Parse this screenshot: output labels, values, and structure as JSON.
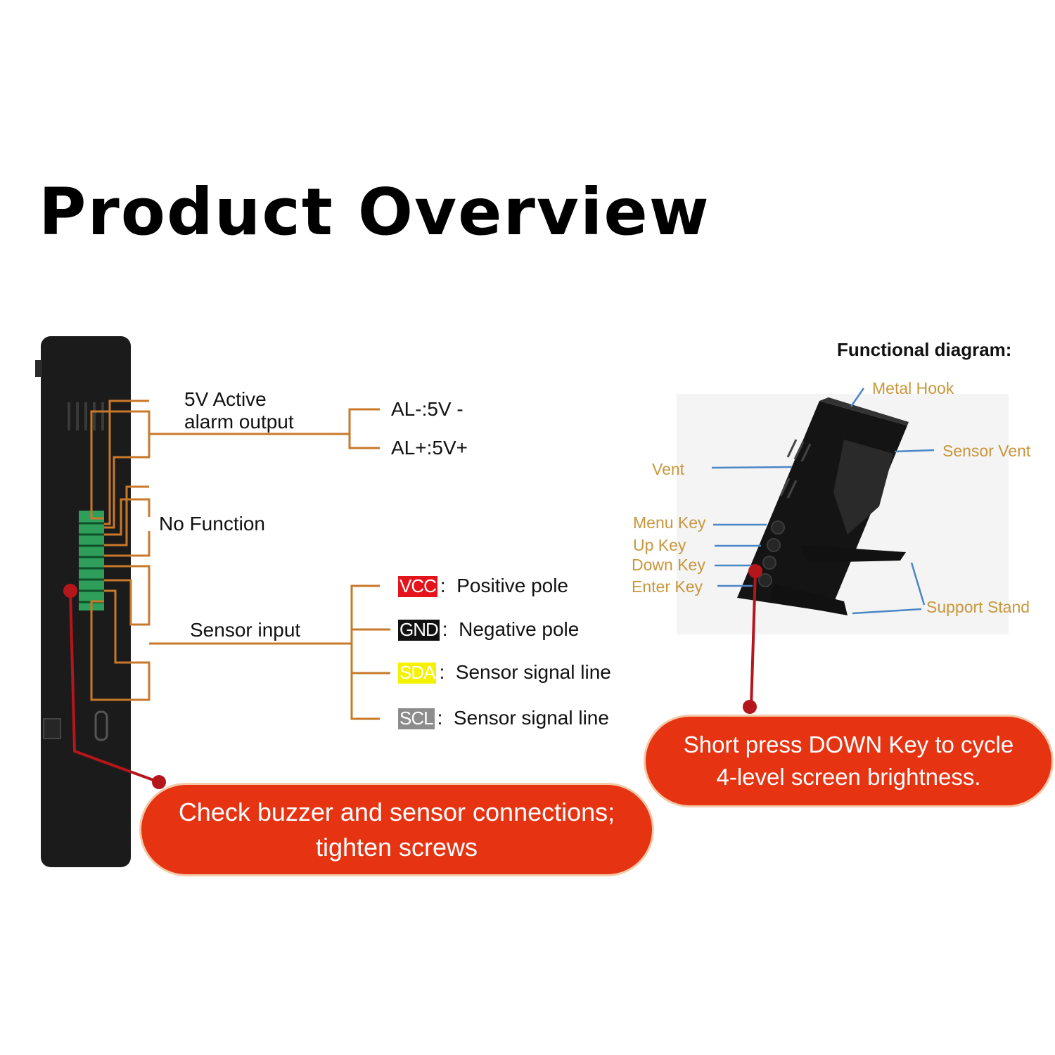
{
  "title": "Product Overview",
  "functional_diagram_heading": "Functional diagram:",
  "left_labels": {
    "alarm_output_line1": "5V Active",
    "alarm_output_line2": "alarm output",
    "al_minus": "AL-:5V -",
    "al_plus": "AL+:5V+",
    "no_function": "No Function",
    "sensor_input": "Sensor input"
  },
  "pins": [
    {
      "tag": "VCC",
      "sep": ":",
      "desc": "Positive pole",
      "color": "#e5131b"
    },
    {
      "tag": "GND",
      "sep": ":",
      "desc": "Negative pole",
      "color": "#111111"
    },
    {
      "tag": "SDA",
      "sep": ":",
      "desc": "Sensor signal line",
      "color": "#f4f200"
    },
    {
      "tag": "SCL",
      "sep": ":",
      "desc": "Sensor signal line",
      "color": "#8c8c8c"
    }
  ],
  "right_labels": {
    "metal_hook": "Metal Hook",
    "sensor_vent": "Sensor Vent",
    "vent": "Vent",
    "menu_key": "Menu Key",
    "up_key": "Up Key",
    "down_key": "Down Key",
    "enter_key": "Enter Key",
    "support_stand": "Support Stand"
  },
  "callouts": {
    "left_line1": "Check buzzer and sensor connections;",
    "left_line2": "tighten screws",
    "right_line1": "Short press DOWN Key to cycle",
    "right_line2": "4-level screen brightness."
  },
  "colors": {
    "wire": "#c8782a",
    "leader_blue": "#4a86c5",
    "callout_red": "#e63312",
    "device_body": "#1b1b1b",
    "terminal_green": "#2f9e5a"
  }
}
